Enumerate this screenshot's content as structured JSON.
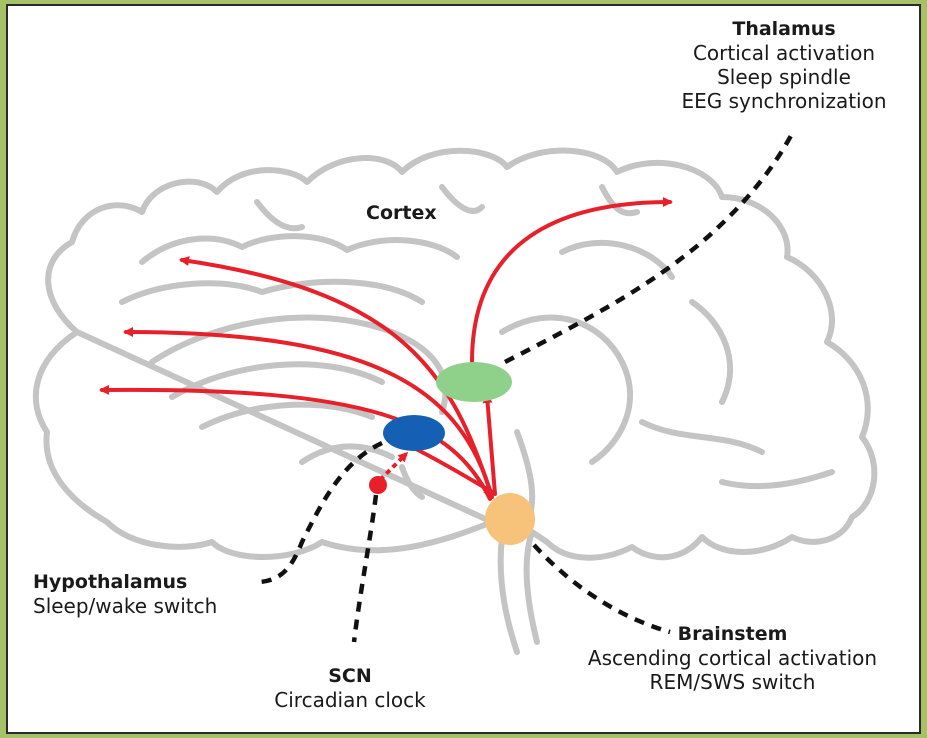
{
  "colors": {
    "brain_outline": "#c4c4c4",
    "arrow": "#e8202a",
    "thalamus": "#8fd18a",
    "hypothalamus": "#1560b5",
    "brainstem": "#f7c27a",
    "scn": "#e8202a",
    "dashed_line": "#111111",
    "frame_border": "#a6c266"
  },
  "labels": {
    "cortex": "Cortex",
    "thalamus": {
      "title": "Thalamus",
      "lines": [
        "Cortical activation",
        "Sleep spindle",
        "EEG synchronization"
      ]
    },
    "hypothalamus": {
      "title": "Hypothalamus",
      "lines": [
        "Sleep/wake switch"
      ]
    },
    "scn": {
      "title": "SCN",
      "lines": [
        "Circadian clock"
      ]
    },
    "brainstem": {
      "title": "Brainstem",
      "lines": [
        "Ascending cortical activation",
        "REM/SWS switch"
      ]
    }
  }
}
